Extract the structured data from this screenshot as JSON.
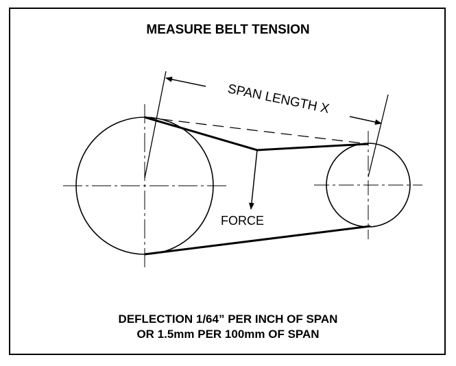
{
  "title": "MEASURE BELT TENSION",
  "labels": {
    "span": "SPAN LENGTH X",
    "force": "FORCE"
  },
  "caption": {
    "line1": "DEFLECTION 1/64” PER INCH OF SPAN",
    "line2": "OR 1.5mm PER 100mm OF SPAN"
  }
}
